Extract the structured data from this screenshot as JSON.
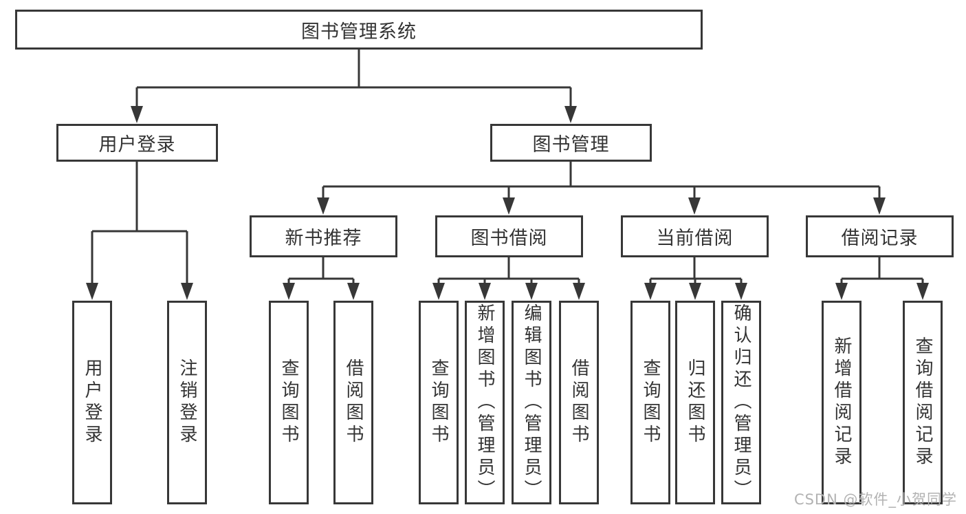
{
  "diagram": {
    "title": "图书管理系统",
    "colors": {
      "line": "#373737",
      "box_border": "#373737",
      "box_fill": "#ffffff",
      "text": "#333333",
      "background": "#ffffff",
      "watermark": "#b2b2b2"
    },
    "tree": {
      "label": "图书管理系统",
      "children": [
        {
          "label": "用户登录",
          "children": [
            {
              "label": "用户登录"
            },
            {
              "label": "注销登录"
            }
          ]
        },
        {
          "label": "图书管理",
          "children": [
            {
              "label": "新书推荐",
              "children": [
                {
                  "label": "查询图书"
                },
                {
                  "label": "借阅图书"
                }
              ]
            },
            {
              "label": "图书借阅",
              "children": [
                {
                  "label": "查询图书"
                },
                {
                  "label": "新增图书（管理员）"
                },
                {
                  "label": "编辑图书（管理员）"
                },
                {
                  "label": "借阅图书"
                }
              ]
            },
            {
              "label": "当前借阅",
              "children": [
                {
                  "label": "查询图书"
                },
                {
                  "label": "归还图书"
                },
                {
                  "label": "确认归还（管理员）"
                }
              ]
            },
            {
              "label": "借阅记录",
              "children": [
                {
                  "label": "新增借阅记录"
                },
                {
                  "label": "查询借阅记录"
                }
              ]
            }
          ]
        }
      ]
    },
    "watermark": "CSDN @软件_小贺同学"
  }
}
